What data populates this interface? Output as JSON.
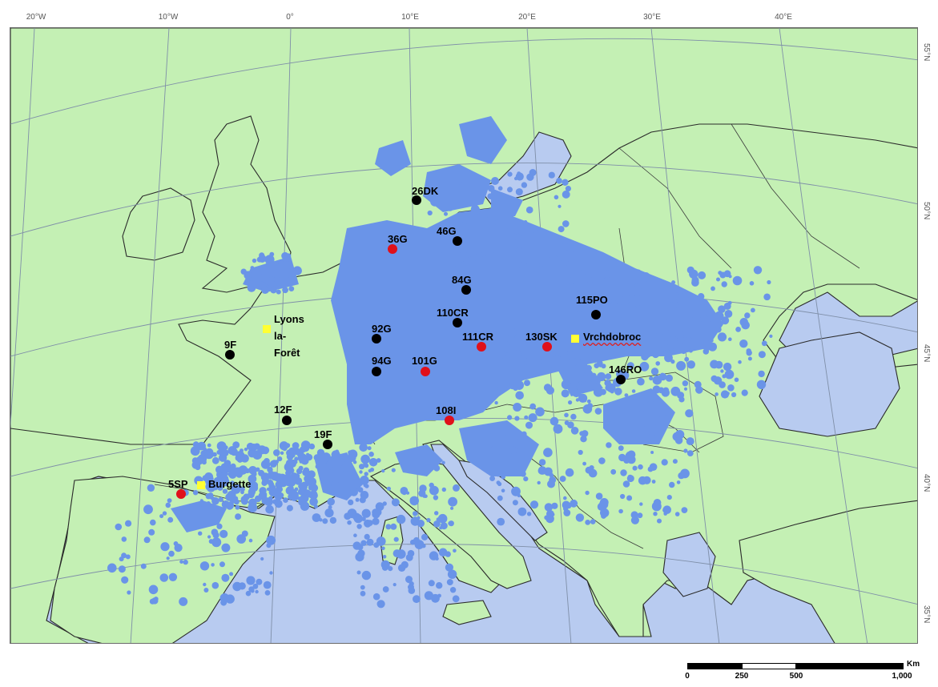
{
  "colors": {
    "sea": "#b8cbf0",
    "land": "#c4f0b4",
    "range": "#6a94e8",
    "site_black": "#000000",
    "site_red": "#e0101a",
    "site_yellow": "#ffff33"
  },
  "grid_lon_labels": [
    "20°W",
    "10°W",
    "0°",
    "10°E",
    "20°E",
    "30°E",
    "40°E"
  ],
  "grid_lat_labels": [
    "55°N",
    "50°N",
    "45°N",
    "40°N",
    "35°N"
  ],
  "sites": [
    {
      "label": "26DK",
      "type": "black"
    },
    {
      "label": "36G",
      "type": "red"
    },
    {
      "label": "46G",
      "type": "black"
    },
    {
      "label": "84G",
      "type": "black"
    },
    {
      "label": "110CR",
      "type": "black"
    },
    {
      "label": "111CR",
      "type": "red"
    },
    {
      "label": "115PO",
      "type": "black"
    },
    {
      "label": "130SK",
      "type": "red"
    },
    {
      "label": "92G",
      "type": "black"
    },
    {
      "label": "94G",
      "type": "black"
    },
    {
      "label": "101G",
      "type": "red"
    },
    {
      "label": "9F",
      "type": "black"
    },
    {
      "label": "12F",
      "type": "black"
    },
    {
      "label": "19F",
      "type": "black"
    },
    {
      "label": "108I",
      "type": "red"
    },
    {
      "label": "146RO",
      "type": "black"
    },
    {
      "label": "5SP",
      "type": "red"
    }
  ],
  "reference_sites": {
    "lyons": {
      "line1": "Lyons",
      "line2": "la-",
      "line3": "Forêt"
    },
    "vrch": "Vrchdobroc",
    "burgette": "Burgette"
  },
  "scale": {
    "unit": "Km",
    "labels": [
      "0",
      "250",
      "500",
      "1,000"
    ]
  }
}
